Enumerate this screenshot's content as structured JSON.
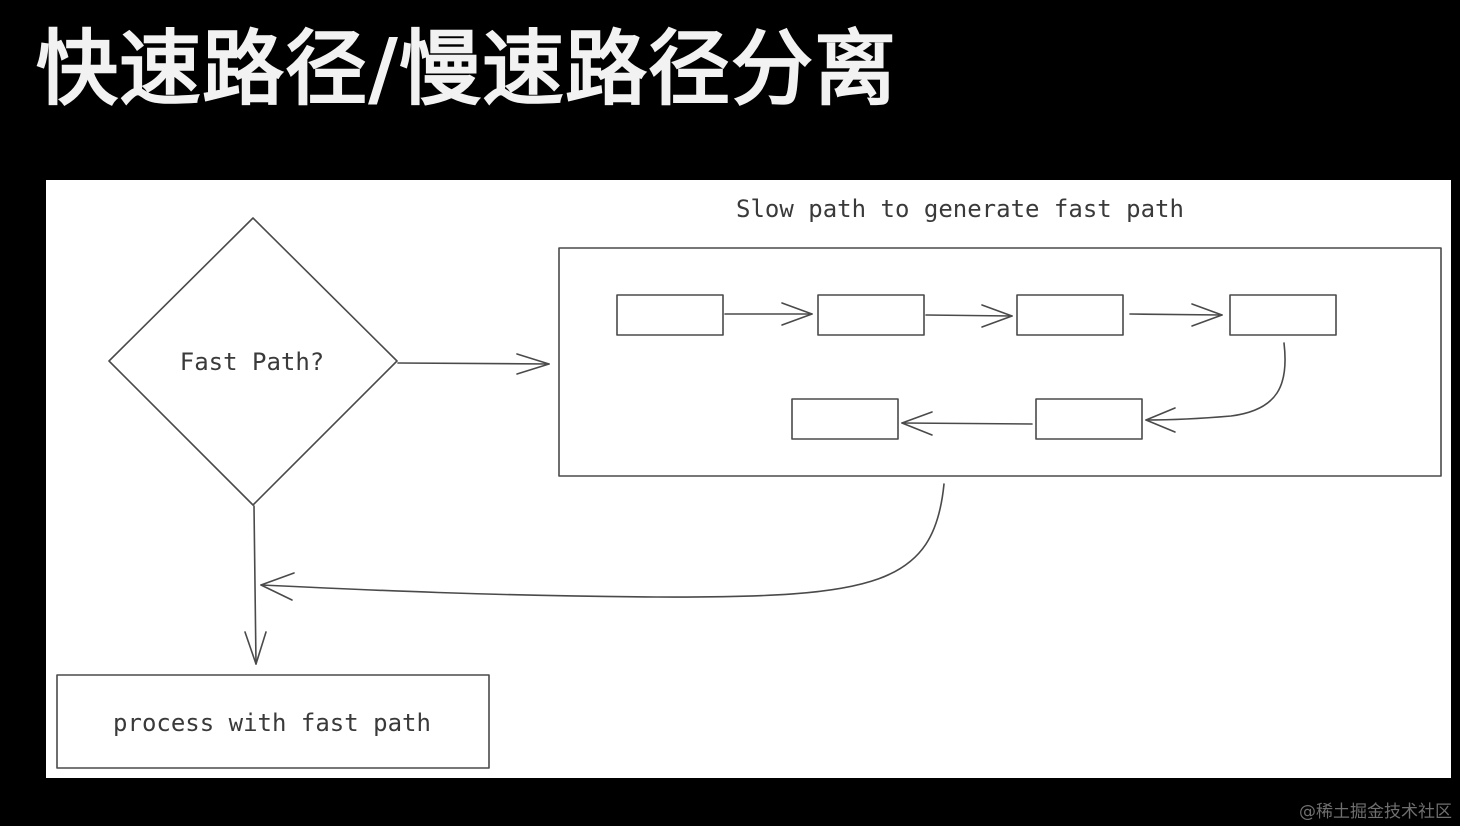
{
  "title": "快速路径/慢速路径分离",
  "diagram": {
    "slow_path_label": "Slow path to generate fast path",
    "decision_label": "Fast Path?",
    "process_label": "process with fast path"
  },
  "watermark": "@稀土掘金技术社区",
  "colors": {
    "background": "#000000",
    "canvas": "#ffffff",
    "stroke": "#4a4a4a",
    "text": "#3a3a3a",
    "title": "#f2f2f2"
  }
}
